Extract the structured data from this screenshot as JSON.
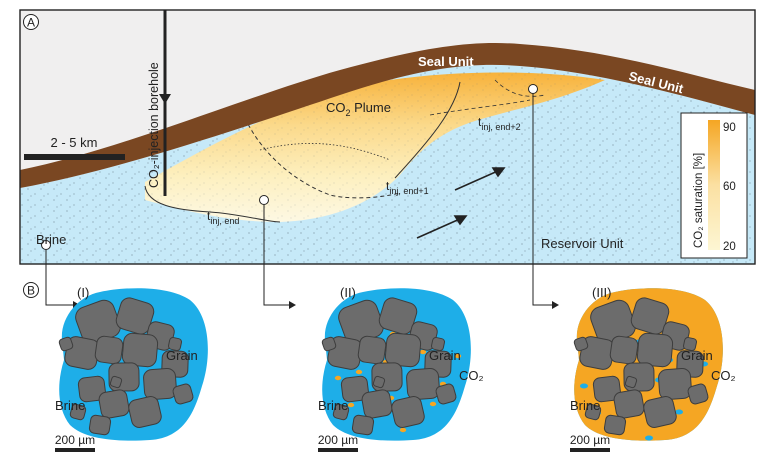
{
  "panel_a": {
    "letter": "A",
    "borehole_label": "CO₂-injection borehole",
    "scale_label": "2 - 5 km",
    "plume": {
      "label_prefix": "CO",
      "label_sub": "2",
      "label_suffix": " Plume"
    },
    "seal_unit_left": "Seal Unit",
    "seal_unit_right": "Seal Unit",
    "brine_label": "Brine",
    "reservoir_label": "Reservoir Unit",
    "times": [
      {
        "t": "t",
        "sub": "inj, end"
      },
      {
        "t": "t",
        "sub": "inj, end+1"
      },
      {
        "t": "t",
        "sub": "inj, end+2"
      }
    ],
    "colorbar": {
      "title": "CO₂ saturation [%]",
      "ticks": [
        "90",
        "60",
        "20"
      ],
      "color_high": "#f5a623",
      "color_low": "#fdf6d3"
    }
  },
  "panel_b": {
    "letter": "B",
    "cases": [
      {
        "numeral": "(I)",
        "grain_label": "Grain",
        "brine_label": "Brine",
        "co2_label": "",
        "scale": "200 µm"
      },
      {
        "numeral": "(II)",
        "grain_label": "Grain",
        "brine_label": "Brine",
        "co2_label": "CO₂",
        "scale": "200 µm"
      },
      {
        "numeral": "(III)",
        "grain_label": "Grain",
        "brine_label": "Brine",
        "co2_label": "CO₂",
        "scale": "200 µm"
      }
    ]
  },
  "colors": {
    "brine": "#c6e9f8",
    "caprock": "#f0efef",
    "seal": "#7a4722",
    "pore_brine": "#1eaee8",
    "grain": "#6c6c6c",
    "co2": "#f5a623"
  }
}
